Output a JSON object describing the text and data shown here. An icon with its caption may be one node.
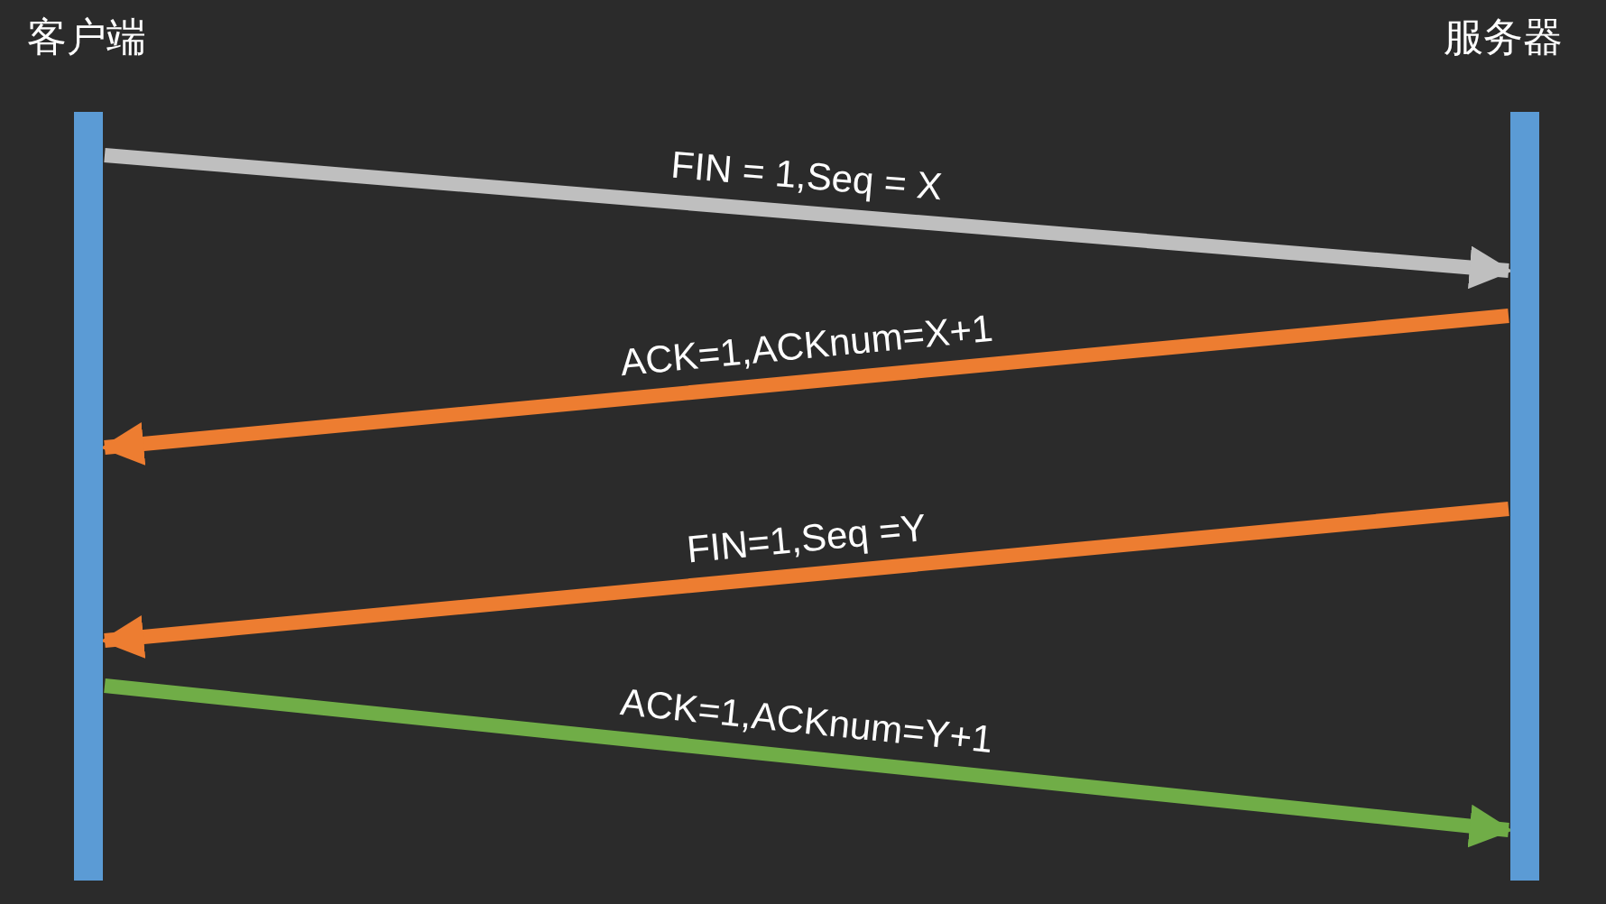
{
  "diagram": {
    "nodes": [
      {
        "text": [
          "客户端"
        ]
      },
      {
        "text": [
          "服务器"
        ]
      }
    ],
    "edges": [
      {
        "from": 0,
        "to": 1,
        "arrow": "to",
        "label": "FIN = 1,Seq = X",
        "color": "#bfbfbf"
      },
      {
        "from": 1,
        "to": 0,
        "arrow": "to",
        "label": "ACK=1,ACKnum=X+1",
        "color": "#ed7d31"
      },
      {
        "from": 1,
        "to": 0,
        "arrow": "to",
        "label": "FIN=1,Seq =Y",
        "color": "#ed7d31"
      },
      {
        "from": 0,
        "to": 1,
        "arrow": "to",
        "label": "ACK=1,ACKnum=Y+1",
        "color": "#70ad47"
      }
    ]
  }
}
